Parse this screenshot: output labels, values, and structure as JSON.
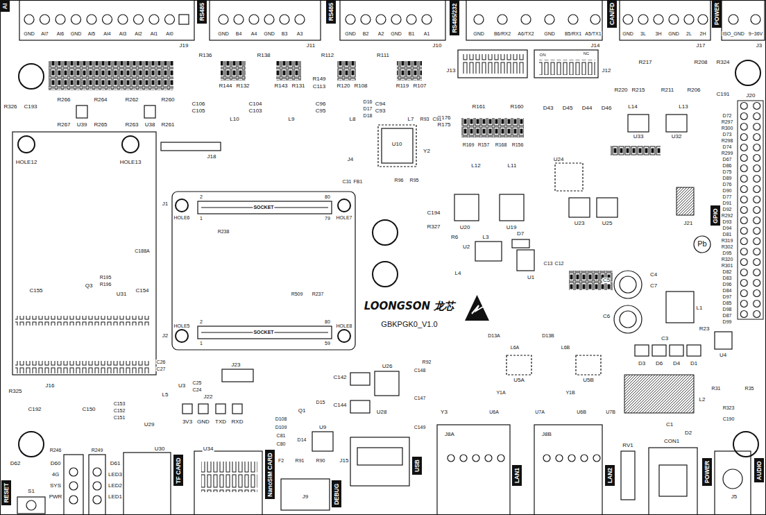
{
  "diagram": {
    "nodes": [
      {
        "text": [
          "AI"
        ]
      },
      {
        "text": [
          "RS485"
        ]
      },
      {
        "text": [
          "RS485"
        ]
      },
      {
        "text": [
          "RS485/232"
        ]
      },
      {
        "text": [
          "CAN/FD"
        ]
      },
      {
        "text": [
          "POWER"
        ]
      },
      {
        "text": [
          "GPIO"
        ]
      },
      {
        "text": [
          "RESET"
        ]
      },
      {
        "text": [
          "TF CARD"
        ]
      },
      {
        "text": [
          "NanoSIM CARD"
        ]
      },
      {
        "text": [
          "DEBUG"
        ]
      },
      {
        "text": [
          "USB"
        ]
      },
      {
        "text": [
          "LAN1"
        ]
      },
      {
        "text": [
          "LAN2"
        ]
      },
      {
        "text": [
          "POWER"
        ]
      },
      {
        "text": [
          "AUDIO"
        ]
      }
    ],
    "labels": [
      "GND",
      "AI7",
      "AI6",
      "GND",
      "AI5",
      "AI4",
      "AI3",
      "AI2",
      "AI1",
      "AI0",
      "J19",
      "GND",
      "B4",
      "A4",
      "GND",
      "B3",
      "A3",
      "J11",
      "GND",
      "B2",
      "A2",
      "GND",
      "B1",
      "A1",
      "J10",
      "GND",
      "B6/RX2",
      "A6/TX2",
      "GND",
      "B5/RX1",
      "A5/TX1",
      "J14",
      "GND",
      "3L",
      "3H",
      "GND",
      "2L",
      "2H",
      "J17",
      "ISO_GND",
      "9~36V",
      "J3",
      "R136",
      "R138",
      "R112",
      "R111",
      "R144",
      "R132",
      "R143",
      "R131",
      "R149",
      "C113",
      "R120",
      "R108",
      "R119",
      "R107",
      "C106",
      "C105",
      "C104",
      "C103",
      "C96",
      "C95",
      "C94",
      "C93",
      "L10",
      "L9",
      "L8",
      "L7",
      "J13",
      "J12",
      "ON",
      "NC",
      "R161",
      "R160",
      "R176",
      "R175",
      "R169",
      "R157",
      "R168",
      "R156",
      "L12",
      "L11",
      "D43",
      "D45",
      "D44",
      "D46",
      "U33",
      "U32",
      "R217",
      "R208",
      "R220",
      "R215",
      "R211",
      "R206",
      "L14",
      "L13",
      "R324",
      "C191",
      "J20",
      "D72",
      "R297",
      "R300",
      "D73",
      "R298",
      "D74",
      "R299",
      "D67",
      "D86",
      "D75",
      "D89",
      "D76",
      "D90",
      "D77",
      "D91",
      "D92",
      "R292",
      "D93",
      "D94",
      "D81",
      "R319",
      "R302",
      "D95",
      "R320",
      "R301",
      "D82",
      "D83",
      "D96",
      "D84",
      "D97",
      "D85",
      "D98",
      "D87",
      "D99",
      "R326",
      "C193",
      "R266",
      "R267",
      "U39",
      "R264",
      "R265",
      "R262",
      "R263",
      "U38",
      "R260",
      "R261",
      "HOLE12",
      "HOLE13",
      "J18",
      "J1",
      "HOLE6",
      "HOLE7",
      "HOLE5",
      "HOLE8",
      "J2",
      "SOCKET",
      "SOCKET",
      "2",
      "80",
      "1",
      "79",
      "2",
      "80",
      "1",
      "59",
      "R238",
      "R509",
      "R237",
      "C188A",
      "Q3",
      "U31",
      "C155",
      "C154",
      "R195",
      "R196",
      "J16",
      "R325",
      "C192",
      "C150",
      "C153",
      "C152",
      "C151",
      "U29",
      "L5",
      "U3",
      "C26",
      "C27",
      "C25",
      "C24",
      "J23",
      "J22",
      "3V3",
      "GND",
      "TXD",
      "RXD",
      "Q1",
      "D15",
      "D108",
      "D109",
      "C81",
      "C80",
      "D14",
      "U9",
      "F2",
      "R91",
      "R90",
      "U30",
      "U34",
      "J9",
      "J15",
      "U26",
      "C142",
      "C144",
      "U28",
      "C148",
      "C147",
      "C149",
      "R92",
      "Y3",
      "J8A",
      "J8B",
      "U5A",
      "U5B",
      "Y1A",
      "Y1B",
      "D13A",
      "D13B",
      "L6A",
      "L6B",
      "U6A",
      "U7A",
      "U6B",
      "U7B",
      "LOONGSON 龙芯",
      "GBKPGK0_V1.0",
      "U10",
      "Y2",
      "R93",
      "C91",
      "J4",
      "C31",
      "FB1",
      "R96",
      "R95",
      "D16",
      "D17",
      "D18",
      "C194",
      "R327",
      "R6",
      "U2",
      "L4",
      "L3",
      "D7",
      "U1",
      "C13",
      "C12",
      "U20",
      "U19",
      "U24",
      "U23",
      "U25",
      "J21",
      "C5",
      "C6",
      "C4",
      "C7",
      "L1",
      "C3",
      "D3",
      "D6",
      "D4",
      "D1",
      "U4",
      "R23",
      "L2",
      "R31",
      "R35",
      "R323",
      "C190",
      "C1",
      "D2",
      "CON1",
      "RV1",
      "J5",
      "Pb",
      "R246",
      "R249",
      "D60",
      "4G",
      "SYS",
      "PWR",
      "D61",
      "LED3",
      "LED2",
      "LED1",
      "D62",
      "S1"
    ]
  }
}
